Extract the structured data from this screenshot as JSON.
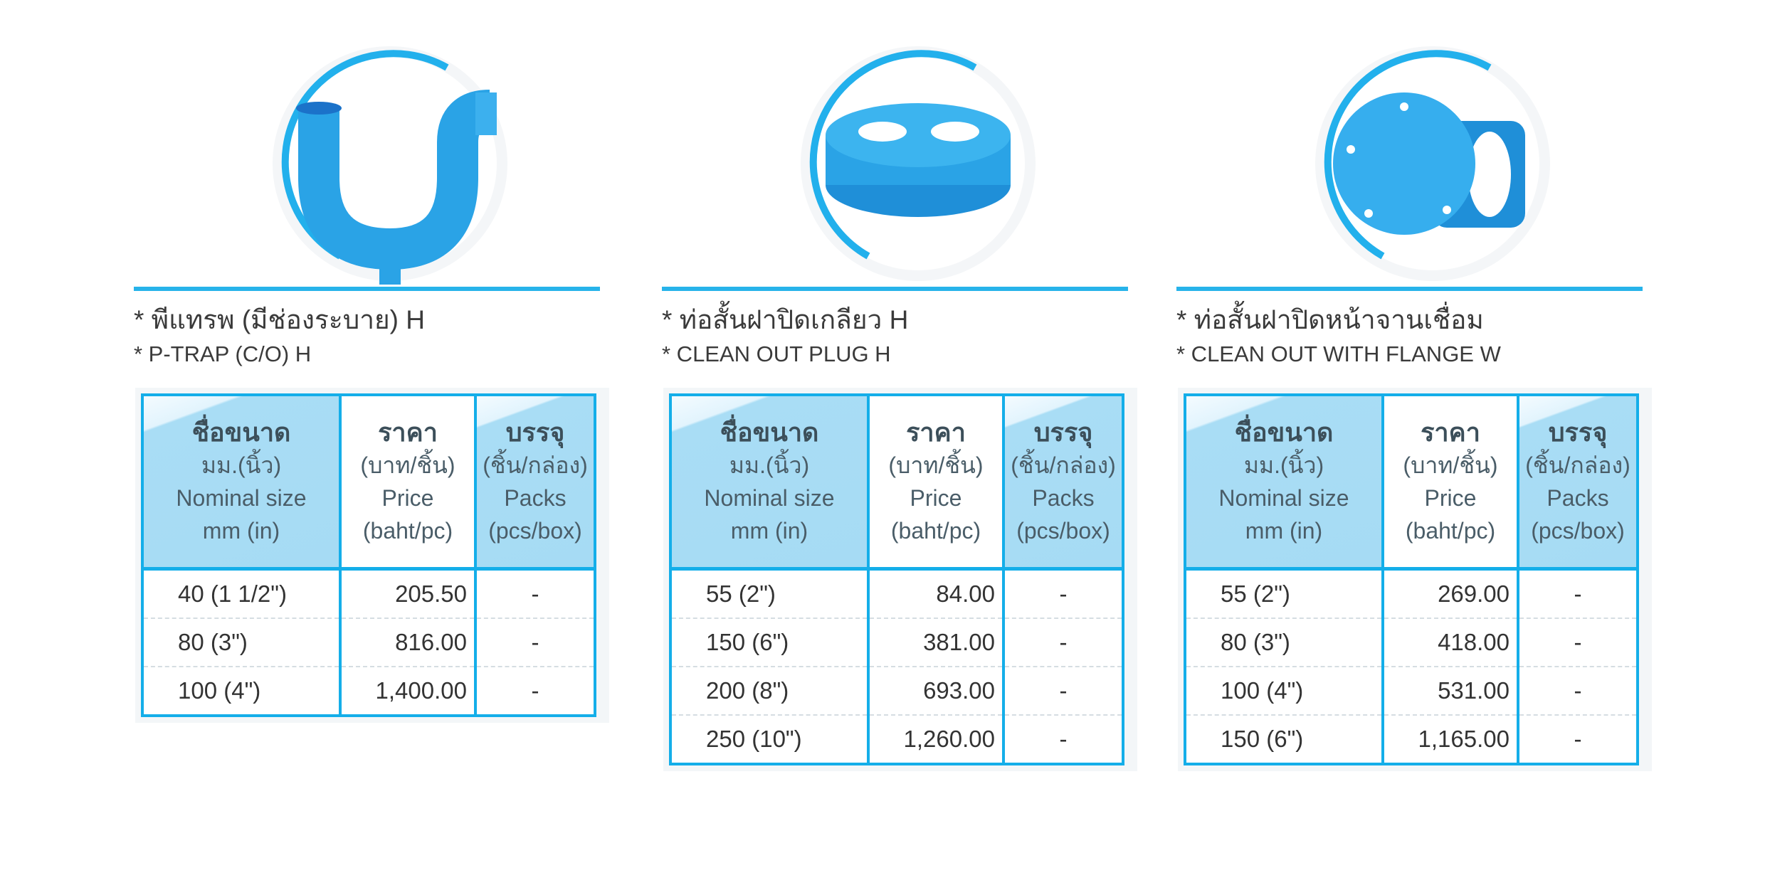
{
  "products": [
    {
      "title": "* พีแทรพ (มีช่องระบาย) H",
      "subtitle": "* P-TRAP (C/O) H",
      "icon": "p-trap-product-image",
      "headers": [
        [
          "ชื่อขนาด",
          "มม.(นิ้ว)",
          "Nominal size",
          "mm (in)"
        ],
        [
          "ราคา",
          "(บาท/ชิ้น)",
          "Price",
          "(baht/pc)"
        ],
        [
          "บรรจุ",
          "(ชิ้น/กล่อง)",
          "Packs",
          "(pcs/box)"
        ]
      ],
      "rows": [
        [
          "40 (1 1/2\")",
          "205.50",
          "-"
        ],
        [
          "80 (3\")",
          "816.00",
          "-"
        ],
        [
          "100 (4\")",
          "1,400.00",
          "-"
        ]
      ]
    },
    {
      "title": "* ท่อสั้นฝาปิดเกลียว H",
      "subtitle": "* CLEAN OUT PLUG H",
      "icon": "clean-out-plug-product-image",
      "headers": [
        [
          "ชื่อขนาด",
          "มม.(นิ้ว)",
          "Nominal size",
          "mm (in)"
        ],
        [
          "ราคา",
          "(บาท/ชิ้น)",
          "Price",
          "(baht/pc)"
        ],
        [
          "บรรจุ",
          "(ชิ้น/กล่อง)",
          "Packs",
          "(pcs/box)"
        ]
      ],
      "rows": [
        [
          "55 (2\")",
          "84.00",
          "-"
        ],
        [
          "150 (6\")",
          "381.00",
          "-"
        ],
        [
          "200 (8\")",
          "693.00",
          "-"
        ],
        [
          "250 (10\")",
          "1,260.00",
          "-"
        ]
      ]
    },
    {
      "title": "* ท่อสั้นฝาปิดหน้าจานเชื่อม",
      "subtitle": "* CLEAN OUT WITH FLANGE W",
      "icon": "clean-out-flange-product-image",
      "headers": [
        [
          "ชื่อขนาด",
          "มม.(นิ้ว)",
          "Nominal size",
          "mm (in)"
        ],
        [
          "ราคา",
          "(บาท/ชิ้น)",
          "Price",
          "(baht/pc)"
        ],
        [
          "บรรจุ",
          "(ชิ้น/กล่อง)",
          "Packs",
          "(pcs/box)"
        ]
      ],
      "rows": [
        [
          "55 (2\")",
          "269.00",
          "-"
        ],
        [
          "80 (3\")",
          "418.00",
          "-"
        ],
        [
          "100 (4\")",
          "531.00",
          "-"
        ],
        [
          "150 (6\")",
          "1,165.00",
          "-"
        ]
      ]
    }
  ],
  "colors": {
    "accent": "#14aee9",
    "header_bg": "#a6dbf4",
    "product": "#2aa3e6"
  }
}
